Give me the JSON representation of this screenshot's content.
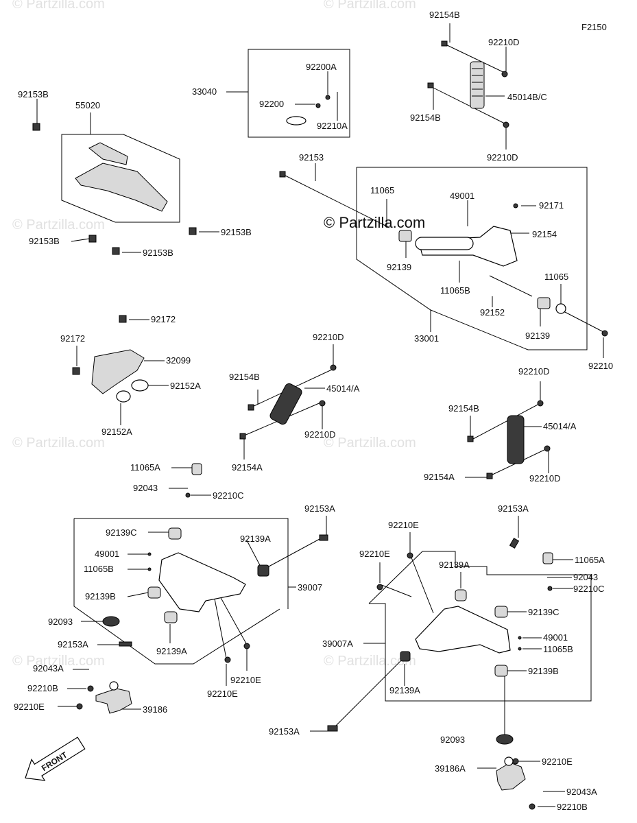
{
  "figure_code": "F2150",
  "watermark": {
    "faded": "© Partzilla.com",
    "main": "© Partzilla.com"
  },
  "labels": {
    "p92154B_top": "92154B",
    "p92210D_top": "92210D",
    "p45014BC": "45014B/C",
    "p92154B_mid": "92154B",
    "p92210D_mid": "92210D",
    "p33040": "33040",
    "p92200A": "92200A",
    "p92200": "92200",
    "p92210A": "92210A",
    "p92153B_a": "92153B",
    "p55020": "55020",
    "p92153B_b": "92153B",
    "p92153B_c": "92153B",
    "p92153B_d": "92153B",
    "p92153": "92153",
    "p11065": "11065",
    "p49001": "49001",
    "p92171": "92171",
    "p92154": "92154",
    "p92139_a": "92139",
    "p11065B": "11065B",
    "p11065_b": "11065",
    "p92152": "92152",
    "p92139_b": "92139",
    "p33001": "33001",
    "p92210": "92210",
    "p92172_a": "92172",
    "p92172_b": "92172",
    "p32099": "32099",
    "p92152A_a": "92152A",
    "p92152A_b": "92152A",
    "p92210D_l1": "92210D",
    "p92154B_l": "92154B",
    "p45014A_l": "45014/A",
    "p92210D_l2": "92210D",
    "p92154A_l": "92154A",
    "p92210D_r1": "92210D",
    "p92154B_r": "92154B",
    "p45014A_r": "45014/A",
    "p92154A_r": "92154A",
    "p92210D_r2": "92210D",
    "p11065A_l": "11065A",
    "p92043_l": "92043",
    "p92210C_l": "92210C",
    "p92153A_l": "92153A",
    "p92139C_l": "92139C",
    "p92139A_l1": "92139A",
    "p49001_l": "49001",
    "p11065B_l": "11065B",
    "p39007_l": "39007",
    "p92139B_l": "92139B",
    "p92093_l": "92093",
    "p92139A_l2": "92139A",
    "p92153A_l2": "92153A",
    "p92043A_l": "92043A",
    "p92210E_l1": "92210E",
    "p92210E_l2": "92210E",
    "p92210B_l": "92210B",
    "p92210E_l3": "92210E",
    "p39186_l": "39186",
    "p92153A_r1": "92153A",
    "p92210E_r1": "92210E",
    "p92210E_r2": "92210E",
    "p92139A_r1": "92139A",
    "p11065A_r": "11065A",
    "p92043_r": "92043",
    "p92210C_r": "92210C",
    "p92139C_r": "92139C",
    "p39007A_r": "39007A",
    "p49001_r": "49001",
    "p11065B_r": "11065B",
    "p92139A_r2": "92139A",
    "p92139B_r": "92139B",
    "p92153A_r2": "92153A",
    "p92093_r": "92093",
    "p39186A_r": "39186A",
    "p92210E_r3": "92210E",
    "p92043A_r": "92043A",
    "p92210B_r": "92210B"
  },
  "front_label": "FRONT"
}
